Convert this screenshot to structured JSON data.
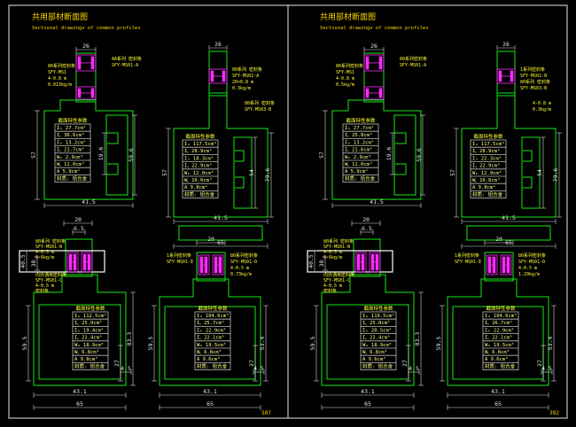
{
  "drawing": {
    "colors": {
      "background": "#000000",
      "profile": "#19e619",
      "gasket": "#ff2bff",
      "dimension": "#e0e0e0",
      "text": "#ffff33"
    },
    "sheets": [
      {
        "title": "共用部材断面图",
        "subtitle": "Sectional drawings of common profiles",
        "sheet_no": "507",
        "top_left": {
          "labels": [
            "80系列密封条",
            "SFY-MS1",
            "4-0.8 m",
            "0.013kg/m",
            "AA系列 密封条",
            "SFY-MS01-A"
          ],
          "dims_h": [
            "26",
            "41.5"
          ],
          "dims_v": [
            "57",
            "59.6",
            "19.6"
          ],
          "table_title": "截面特性参数",
          "table": [
            "Iₓ 27.7cm⁴",
            "Iᵧ 36.6cm⁴",
            "Iₓ 13.2cm⁴",
            "Iᵧ 21.7cm⁴",
            "Wₓ 2.9cm³",
            "Wᵧ 11.0cm³",
            "A  5.9cm²",
            "材质: 铝合金"
          ]
        },
        "top_right": {
          "labels": [
            "80系列 密封条",
            "SFY-MS02-A",
            "20×0.8 m",
            "0.3kg/m",
            "80系列 密封条",
            "SFY-MS03-B"
          ],
          "dims_h": [
            "26",
            "41.5",
            "65"
          ],
          "dims_v": [
            "57",
            "79.6",
            "54"
          ],
          "table_title": "截面特性参数",
          "table": [
            "Iₓ 117.5cm⁴",
            "Iᵧ 28.9cm⁴",
            "Iₓ 18.3cm⁴",
            "Iᵧ 22.9cm⁴",
            "Wₓ 12.0cm³",
            "Wᵧ 10.0cm³",
            "A  9.8cm²",
            "材质: 铝合金"
          ]
        },
        "bottom_left": {
          "labels": [
            "80系列 密封条",
            "SFY-MS01-B",
            "4-0.5 m",
            "0.6kg/m",
            "内外通用密封条",
            "SFY-MS01-C",
            "4-0.5 m",
            "密封条"
          ],
          "dims_h": [
            "20",
            "6.5",
            "43.1",
            "65",
            "4.5"
          ],
          "dims_v": [
            "40.5",
            "38",
            "59.5",
            "83.3",
            "27"
          ],
          "table_title": "截面特性参数",
          "table": [
            "Iₓ 112.5cm⁴",
            "Iᵧ 25.9cm⁴",
            "Iₓ 19.4cm⁴",
            "Iᵧ 22.4cm⁴",
            "Wₓ 18.9cm³",
            "Wᵧ 6.8cm³",
            "A  9.8cm²",
            "材质: 铝合金"
          ]
        },
        "bottom_right": {
          "labels": [
            "1系列密封条",
            "SFY-MS01-E",
            "80系列密封条",
            "SFY-MS01-D",
            "4-0.5 m",
            "0.73kg/m"
          ],
          "dims_h": [
            "20",
            "43.1",
            "65",
            "4.5"
          ],
          "dims_v": [
            "59.5",
            "53.4",
            "27"
          ],
          "table_title": "截面特性参数",
          "table": [
            "Iₓ 104.6cm⁴",
            "Iᵧ 25.7cm⁴",
            "Iₓ 22.9cm⁴",
            "Iᵧ 22.1cm⁴",
            "Wₓ 19.5cm³",
            "Wᵧ 6.8cm³",
            "A  9.6cm²",
            "材质: 铝合金"
          ]
        }
      },
      {
        "title": "共用部材断面图",
        "subtitle": "Sectional drawings of common profiles",
        "sheet_no": "392",
        "top_left": {
          "labels": [
            "80系列密封条",
            "SFY-MS1",
            "4-0.8 m",
            "0.5kg/m",
            "80系列密封条",
            "SFY-MS01-A"
          ],
          "dims_h": [
            "26",
            "41.5"
          ],
          "dims_v": [
            "57",
            "59.6",
            "19.6"
          ],
          "table_title": "截面特性参数",
          "table": [
            "Iₓ 27.7cm⁴",
            "Iᵧ 25.8cm⁴",
            "Iₓ 13.2cm⁴",
            "Iᵧ 21.6cm⁴",
            "Wₓ 2.9cm³",
            "Wᵧ 11.0cm³",
            "A  5.9cm²",
            "材质: 铝合金"
          ]
        },
        "top_right": {
          "labels": [
            "1系列密封条",
            "SFY-MS02-B",
            "80系列 密封条",
            "SFY-MS03-B",
            "4-0.8 m",
            "0.3kg/m"
          ],
          "dims_h": [
            "26",
            "41.5",
            "65"
          ],
          "dims_v": [
            "57",
            "79.6",
            "54"
          ],
          "table_title": "截面特性参数",
          "table": [
            "Iₓ 117.5cm⁴",
            "Iᵧ 28.9cm⁴",
            "Iₓ 22.3cm⁴",
            "Iᵧ 22.9cm⁴",
            "Wₓ 12.9cm³",
            "Wᵧ 10.8cm³",
            "A  9.8cm²",
            "材质: 铝合金"
          ]
        },
        "bottom_left": {
          "labels": [
            "80系列 密封条",
            "SFY-MS01-B",
            "4-0.5 m",
            "0.6kg/m",
            "内外通用密封条",
            "SFY-MS01-C",
            "4-0.5 m",
            "密封条"
          ],
          "dims_h": [
            "20",
            "6.5",
            "43.1",
            "65",
            "4.5"
          ],
          "dims_v": [
            "40.5",
            "38",
            "59.5",
            "83.3",
            "27"
          ],
          "table_title": "截面特性参数",
          "table": [
            "Iₓ 119.5cm⁴",
            "Iᵧ 25.8cm⁴",
            "Iₓ 20.5cm⁴",
            "Iᵧ 22.4cm⁴",
            "Wₓ 18.9cm³",
            "Wᵧ 6.8cm³",
            "A  9.6cm²",
            "材质: 铝合金"
          ]
        },
        "bottom_right": {
          "labels": [
            "1系列密封条",
            "SFY-MS01-E",
            "80系列密封条",
            "SFY-MS01-D",
            "4-0.5 m",
            "1.29kg/m"
          ],
          "dims_h": [
            "20",
            "43.1",
            "65",
            "4.5"
          ],
          "dims_v": [
            "59.5",
            "53.4",
            "27"
          ],
          "table_title": "截面特性参数",
          "table": [
            "Iₓ 104.6cm⁴",
            "Iᵧ 26.7cm⁴",
            "Iₓ 22.9cm⁴",
            "Iᵧ 22.1cm⁴",
            "Wₓ 19.5cm³",
            "Wᵧ 6.8cm³",
            "A  9.6cm²",
            "材质: 铝合金"
          ]
        }
      }
    ]
  }
}
